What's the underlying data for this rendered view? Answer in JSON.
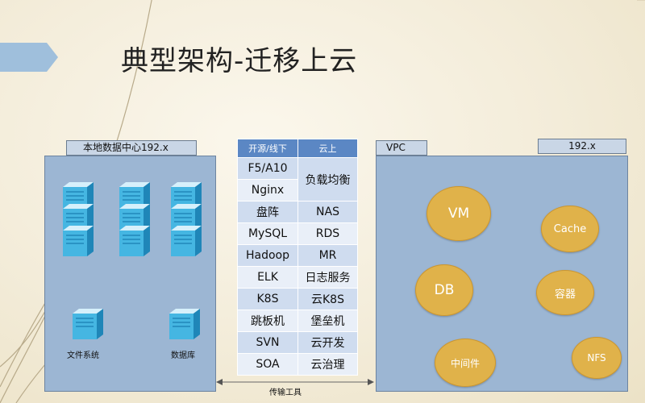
{
  "title": "典型架构-迁移上云",
  "local_dc": {
    "label": "本地数据中心192.x",
    "file_system_label": "文件系统",
    "database_label": "数据库"
  },
  "mapping_table": {
    "headers": [
      "开源/线下",
      "云上"
    ],
    "rows": [
      [
        "F5/A10",
        "负载均衡"
      ],
      [
        "Nginx",
        "负载均衡"
      ],
      [
        "盘阵",
        "NAS"
      ],
      [
        "MySQL",
        "RDS"
      ],
      [
        "Hadoop",
        "MR"
      ],
      [
        "ELK",
        "日志服务"
      ],
      [
        "K8S",
        "云K8S"
      ],
      [
        "跳板机",
        "堡垒机"
      ],
      [
        "SVN",
        "云开发"
      ],
      [
        "SOA",
        "云治理"
      ]
    ]
  },
  "transfer_tool_label": "传输工具",
  "vpc": {
    "label": "VPC",
    "ip_label": "192.x",
    "services": [
      "VM",
      "Cache",
      "DB",
      "容器",
      "中间件",
      "NFS"
    ]
  },
  "colors": {
    "panel": "#9cb6d3",
    "table_header": "#5b87c4",
    "service_circle": "#e0b24a",
    "arrow_tab": "#9fbfdc"
  }
}
